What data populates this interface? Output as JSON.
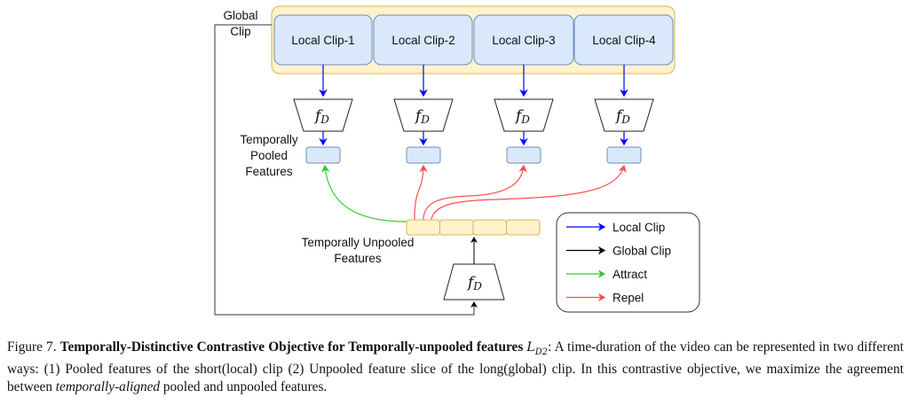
{
  "diagram": {
    "global_clip_label_line1": "Global",
    "global_clip_label_line2": "Clip",
    "local_clips": [
      "Local Clip-1",
      "Local Clip-2",
      "Local Clip-3",
      "Local Clip-4"
    ],
    "encoder_label": "f",
    "encoder_subscript": "D",
    "pooled_label_lines": [
      "Temporally",
      "Pooled",
      "Features"
    ],
    "unpooled_label_lines": [
      "Temporally Unpooled",
      "Features"
    ],
    "unpooled_segments": 4,
    "colors": {
      "local_clip": "#0000ff",
      "global_clip": "#000000",
      "attract": "#33cc33",
      "repel": "#ff4d4d",
      "clip_box_fill": "#dae8fc",
      "clip_box_stroke": "#6c8ebf",
      "container_fill": "#fff2cc",
      "container_stroke": "#d6b656"
    },
    "legend": {
      "items": [
        {
          "label": "Local Clip",
          "color": "#0000ff"
        },
        {
          "label": "Global Clip",
          "color": "#000000"
        },
        {
          "label": "Attract",
          "color": "#33cc33"
        },
        {
          "label": "Repel",
          "color": "#ff4d4d"
        }
      ]
    }
  },
  "caption": {
    "figure_number": "Figure 7.",
    "bold_title": "Temporally-Distinctive Contrastive Objective for Temporally-unpooled features",
    "loss_symbol": "L",
    "loss_subscript": "D2",
    "text_part1": ": A time-duration of the video can be represented in two different ways: (1) Pooled features of the short(local) clip (2) Unpooled feature slice of the long(global) clip. In this contrastive objective, we maximize the agreement between ",
    "italic_phrase": "temporally-aligned",
    "text_part2": " pooled and unpooled features."
  }
}
